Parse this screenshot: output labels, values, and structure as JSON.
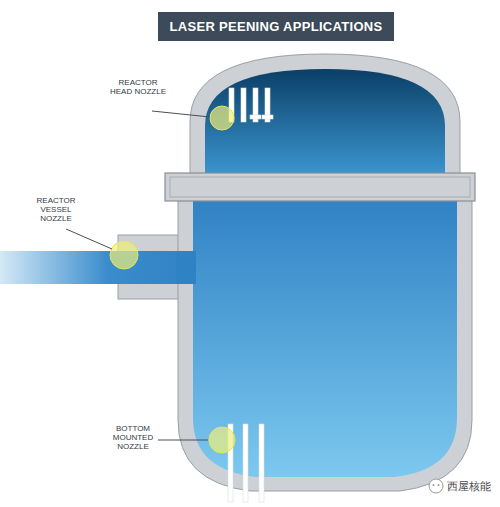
{
  "diagram": {
    "title": "LASER PEENING APPLICATIONS",
    "labels": [
      "REACTOR HEAD NOZZLE",
      "REACTOR VESSEL NOZZLE",
      "BOTTOM MOUNTED NOZZLE",
      "西屋核能"
    ]
  }
}
